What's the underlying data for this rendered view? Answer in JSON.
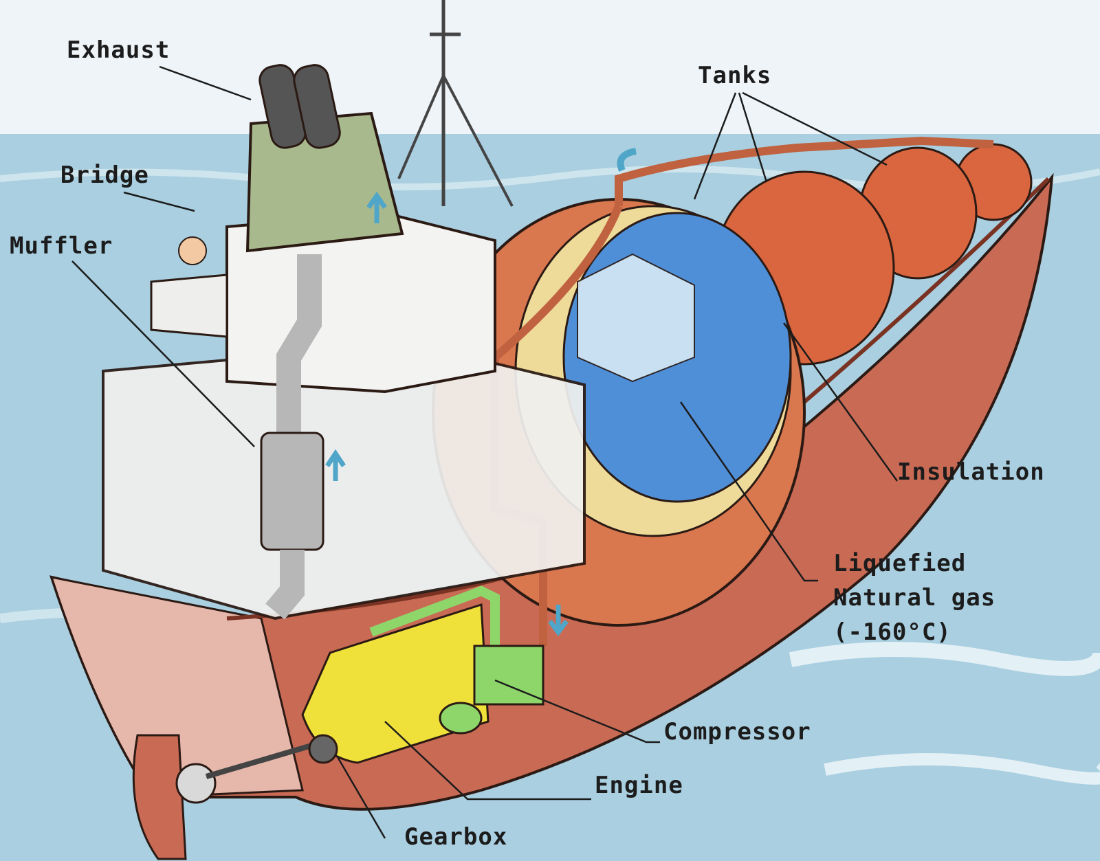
{
  "labels": {
    "exhaust": "Exhaust",
    "bridge": "Bridge",
    "muffler": "Muffler",
    "tanks": "Tanks",
    "insulation": "Insulation",
    "lng_line1": "Liquefied",
    "lng_line2": "Natural gas",
    "lng_line3": "(-160°C)",
    "compressor": "Compressor",
    "engine": "Engine",
    "gearbox": "Gearbox"
  },
  "colors": {
    "sea": "#a9cfe0",
    "sky": "#eef4f8",
    "hull_red": "#c96a55",
    "hull_pink": "#e6b7ab",
    "tank_orange": "#d9663f",
    "lng_blue": "#4f8fd8",
    "insulation": "#eedb9a",
    "engine_yellow": "#f0e13a",
    "compressor_green": "#8fd66a",
    "exhaust_green": "#a9b98e",
    "superstructure": "#f0f0ee"
  }
}
